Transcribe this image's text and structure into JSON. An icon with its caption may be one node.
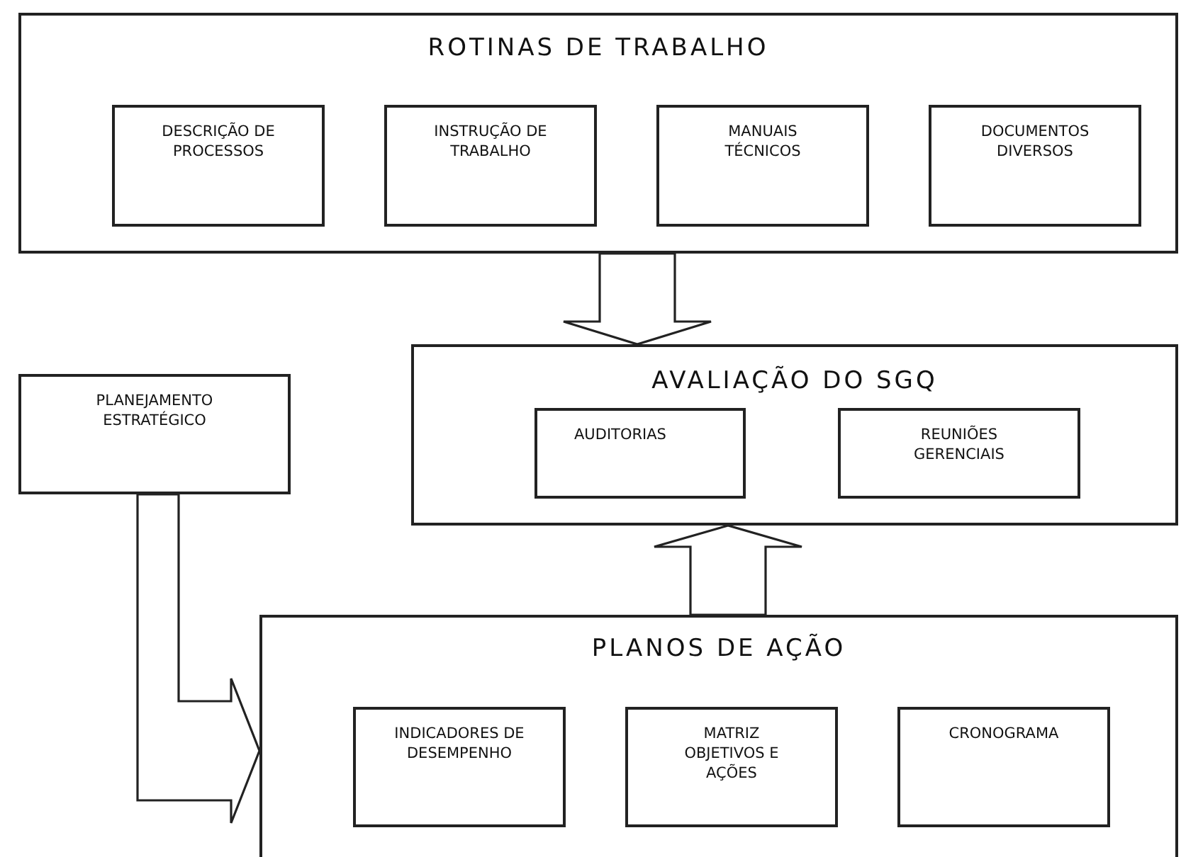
{
  "diagram": {
    "nodes": [
      {
        "text": [
          "ROTINAS DE TRABALHO"
        ]
      },
      {
        "text": [
          "DESCRIÇÃO DE PROCESSOS"
        ],
        "in": 0
      },
      {
        "text": [
          "INSTRUÇÃO DE TRABALHO"
        ],
        "in": 0
      },
      {
        "text": [
          "MANUAIS TÉCNICOS"
        ],
        "in": 0
      },
      {
        "text": [
          "DOCUMENTOS DIVERSOS"
        ],
        "in": 0
      },
      {
        "text": [
          "AVALIAÇÃO DO SGQ"
        ]
      },
      {
        "text": [
          "AUDITORIAS"
        ],
        "in": 5
      },
      {
        "text": [
          "REUNIÕES GERENCIAIS"
        ],
        "in": 5
      },
      {
        "text": [
          "PLANEJAMENTO ESTRATÉGICO"
        ]
      },
      {
        "text": [
          "PLANOS DE AÇÃO"
        ]
      },
      {
        "text": [
          "INDICADORES DE DESEMPENHO"
        ],
        "in": 9
      },
      {
        "text": [
          "MATRIZ OBJETIVOS E AÇÕES"
        ],
        "in": 9
      },
      {
        "text": [
          "CRONOGRAMA"
        ],
        "in": 9
      }
    ],
    "edges": [
      {
        "from": 0,
        "to": 5,
        "arrow": "to"
      },
      {
        "from": 9,
        "to": 5,
        "arrow": "to"
      },
      {
        "from": 8,
        "to": 9,
        "arrow": "to"
      }
    ]
  }
}
